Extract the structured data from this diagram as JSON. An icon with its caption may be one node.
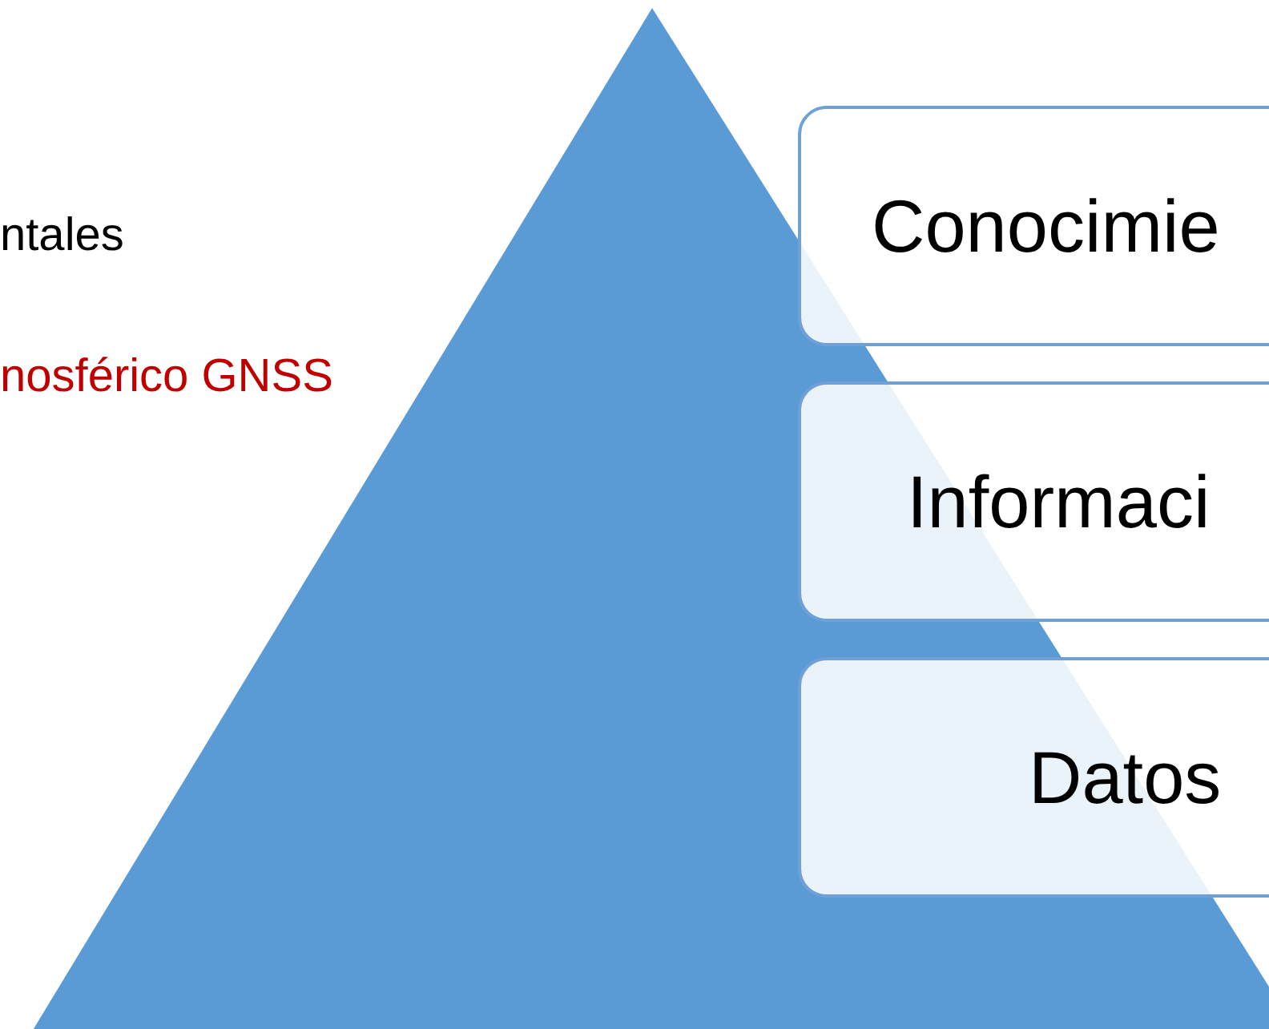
{
  "diagram": {
    "nodes": [
      {
        "text": [
          "Conocimie"
        ]
      },
      {
        "text": [
          "Informaci"
        ]
      },
      {
        "text": [
          "Datos"
        ]
      }
    ],
    "labels": [
      "ntales",
      "nosférico GNSS"
    ]
  }
}
